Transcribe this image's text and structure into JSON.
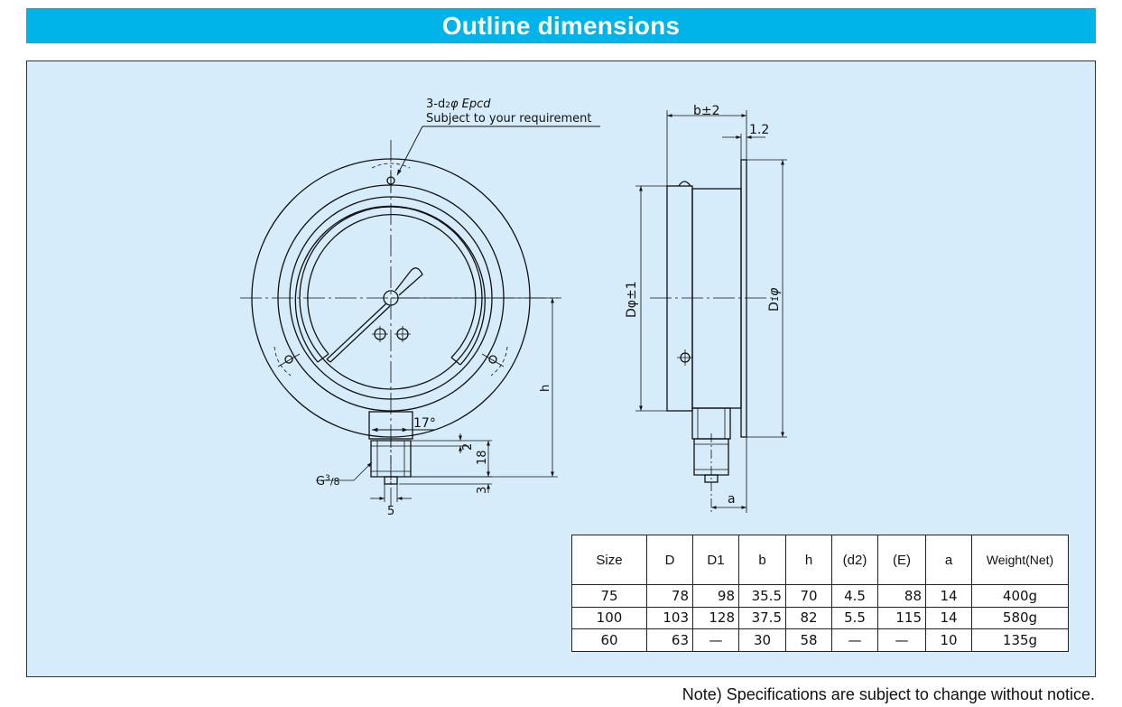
{
  "header": {
    "title": "Outline dimensions"
  },
  "front_view": {
    "callout_line1": "3-d",
    "callout_line1_sub": "2",
    "callout_line1_phi": "φ Epcd",
    "callout_line2": "Subject to your requirement",
    "angle_label": "17°",
    "dim_2": "2",
    "dim_18": "18",
    "dim_3": "3",
    "dim_h": "h",
    "dim_5": "5",
    "thread_label": "G",
    "thread_sup": "3",
    "thread_sub": "/8"
  },
  "side_view": {
    "dim_b": "b±2",
    "dim_1_2": "1.2",
    "dim_D": "Dφ±1",
    "dim_D1_main": "D",
    "dim_D1_sub": "1",
    "dim_D1_phi": "φ",
    "dim_a": "a"
  },
  "table": {
    "headers": [
      "Size",
      "D",
      "D1",
      "b",
      "h",
      "(d2)",
      "(E)",
      "a",
      "Weight(Net)"
    ],
    "rows": [
      [
        "75",
        "78",
        "98",
        "35.5",
        "70",
        "4.5",
        "88",
        "14",
        "400g"
      ],
      [
        "100",
        "103",
        "128",
        "37.5",
        "82",
        "5.5",
        "115",
        "14",
        "580g"
      ],
      [
        "60",
        "63",
        "—",
        "30",
        "58",
        "—",
        "—",
        "10",
        "135g"
      ]
    ]
  },
  "note": "Note) Specifications are subject to change without notice.",
  "colors": {
    "header_bg": "#00b3e8",
    "panel_bg": "#d7ecfa"
  }
}
